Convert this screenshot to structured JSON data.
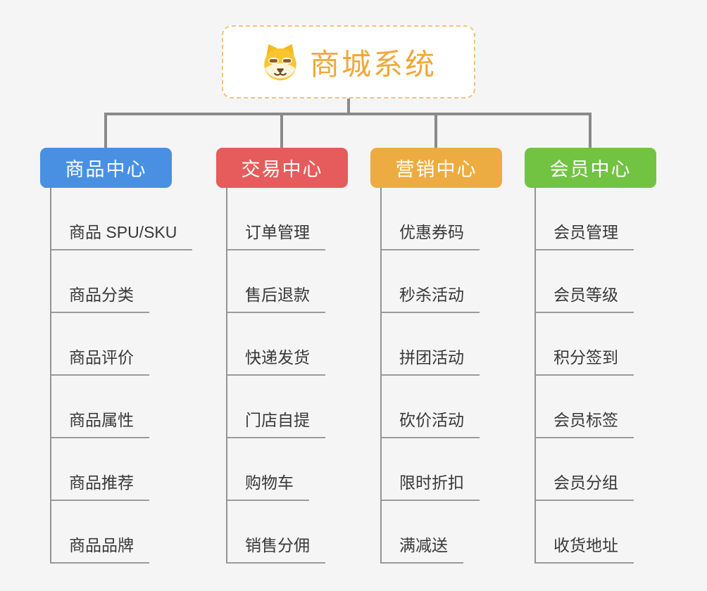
{
  "canvas": {
    "bg": "#f5f5f6",
    "connector_color": "#8a8a8a",
    "underline_color": "#9b9b9b",
    "leaf_text_color": "#383838"
  },
  "root": {
    "title": "商城系统",
    "icon": "dog-face-icon",
    "text_color": "#f0a73a",
    "border_color": "#f2c379",
    "bg": "#ffffff"
  },
  "branches": [
    {
      "label": "商品中心",
      "color": "#4a90e2",
      "items": [
        "商品 SPU/SKU",
        "商品分类",
        "商品评价",
        "商品属性",
        "商品推荐",
        "商品品牌"
      ]
    },
    {
      "label": "交易中心",
      "color": "#e65b5b",
      "items": [
        "订单管理",
        "售后退款",
        "快递发货",
        "门店自提",
        "购物车",
        "销售分佣"
      ]
    },
    {
      "label": "营销中心",
      "color": "#edac41",
      "items": [
        "优惠券码",
        "秒杀活动",
        "拼团活动",
        "砍价活动",
        "限时折扣",
        "满减送"
      ]
    },
    {
      "label": "会员中心",
      "color": "#72c341",
      "items": [
        "会员管理",
        "会员等级",
        "积分签到",
        "会员标签",
        "会员分组",
        "收货地址"
      ]
    }
  ]
}
